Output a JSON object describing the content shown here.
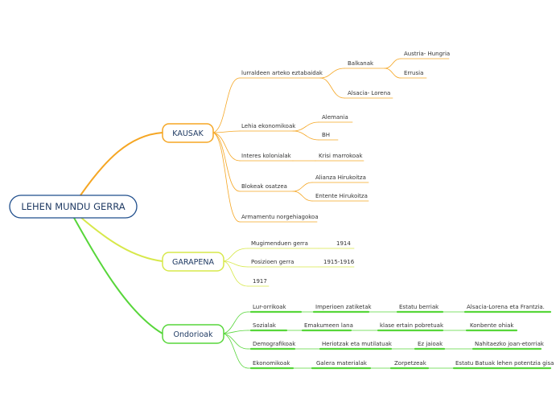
{
  "colors": {
    "root_border": "#1f4e8c",
    "kausak": "#f5a623",
    "garapena": "#d7e84a",
    "ondorioak": "#57d63a"
  },
  "root": {
    "label": "LEHEN MUNDU GERRA"
  },
  "kausak": {
    "label": "KAUSAK",
    "lurraldeen": "lurraldeen arteko eztabaidak",
    "balkanak": "Balkanak",
    "austria": "Austria- Hungria",
    "errusia": "Errusia",
    "alsacia": "Alsacia- Lorena",
    "lehia": "Lehia ekonomikoak",
    "alemania": "Alemania",
    "bh": "BH",
    "interes": "Interes kolonialak",
    "krisi": "Krisi marrokoak",
    "blokeak": "Blokeak osatzea",
    "alianza": "Alianza Hirukoitza",
    "entente": "Entente Hirukoitza",
    "armamentu": "Armamentu norgehiagokoa"
  },
  "garapena": {
    "label": "GARAPENA",
    "mugimenduen": "Mugimenduen gerra",
    "y1914": "1914",
    "posizioen": "Posizioen gerra",
    "y1915": "1915-1916",
    "y1917": "1917"
  },
  "ondorioak": {
    "label": "Ondorioak",
    "rows": [
      [
        "Lur-orrikoak",
        "Imperioen zatiketak",
        "Estatu berriak",
        "Alsacia-Lorena eta Frantzia."
      ],
      [
        "Sozialak",
        "Emakumeen lana",
        "klase ertain pobretuak",
        "Konbente ohiak"
      ],
      [
        "Demografikoak",
        "Heriotzak eta mutilatuak",
        "Ez jaioak",
        "Nahitaezko joan-etorriak"
      ],
      [
        "Ekonomikoak",
        "Galera materialak",
        "Zorpetzeak",
        "Estatu Batuak lehen potentzia gisa"
      ]
    ]
  }
}
